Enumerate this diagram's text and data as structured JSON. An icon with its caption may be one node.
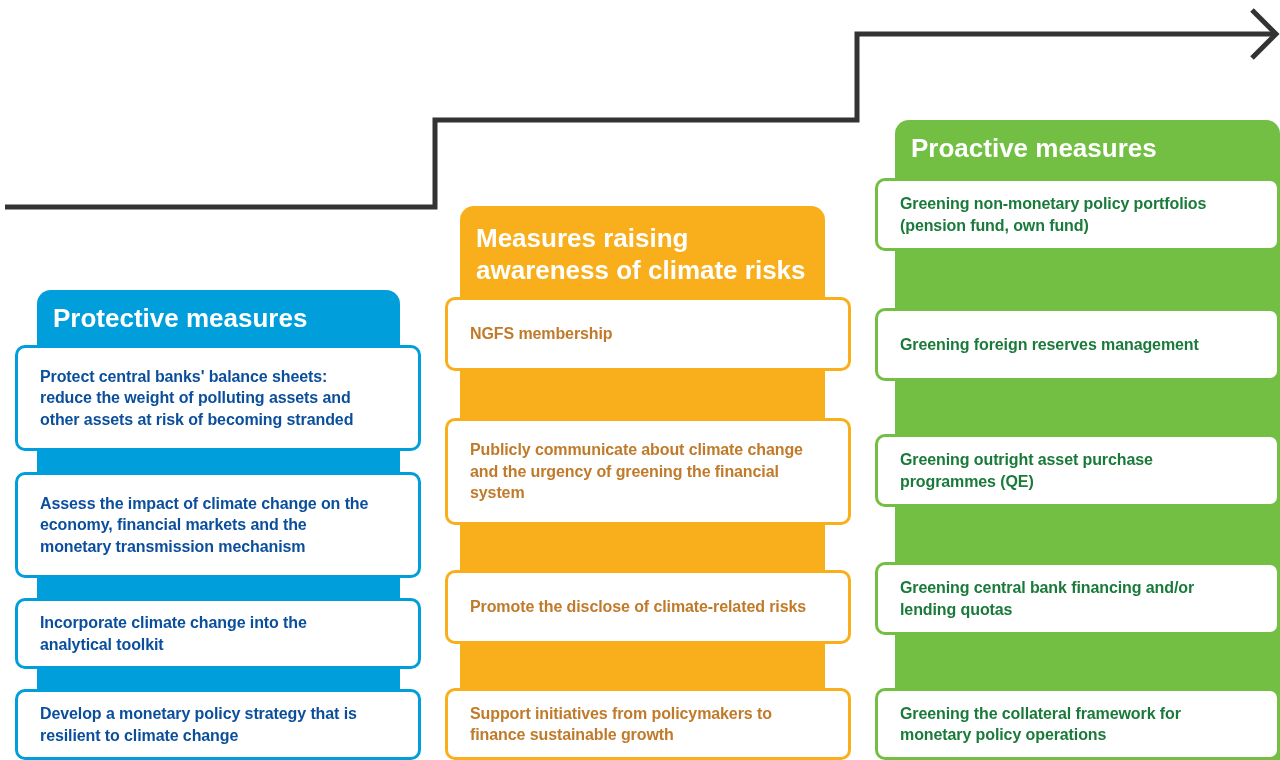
{
  "diagram": {
    "nodes": [
      {
        "text": [
          "Protective measures"
        ]
      },
      {
        "text": [
          "Protect central banks' balance sheets: reduce the weight of polluting assets and other assets at risk of becoming stranded"
        ],
        "in": 0
      },
      {
        "text": [
          "Assess the impact of climate change on the economy, financial markets and the monetary transmission mechanism"
        ],
        "in": 0
      },
      {
        "text": [
          "Incorporate climate change into the analytical toolkit"
        ],
        "in": 0
      },
      {
        "text": [
          "Develop a monetary policy strategy that is resilient to climate change"
        ],
        "in": 0
      },
      {
        "text": [
          "Measures raising awareness of climate risks"
        ]
      },
      {
        "text": [
          "NGFS membership"
        ],
        "in": 5
      },
      {
        "text": [
          "Publicly communicate about climate change and the urgency of greening the financial system"
        ],
        "in": 5
      },
      {
        "text": [
          "Promote the disclose of climate-related risks"
        ],
        "in": 5
      },
      {
        "text": [
          "Support initiatives from policymakers to finance sustainable growth"
        ],
        "in": 5
      },
      {
        "text": [
          "Proactive measures"
        ]
      },
      {
        "text": [
          "Greening non-monetary policy portfolios (pension fund, own fund)"
        ],
        "in": 10
      },
      {
        "text": [
          "Greening foreign reserves management"
        ],
        "in": 10
      },
      {
        "text": [
          "Greening outright asset purchase programmes (QE)"
        ],
        "in": 10
      },
      {
        "text": [
          "Greening central bank financing and/or lending quotas"
        ],
        "in": 10
      },
      {
        "text": [
          "Greening the collateral framework for monetary policy operations"
        ],
        "in": 10
      }
    ],
    "edges": []
  }
}
